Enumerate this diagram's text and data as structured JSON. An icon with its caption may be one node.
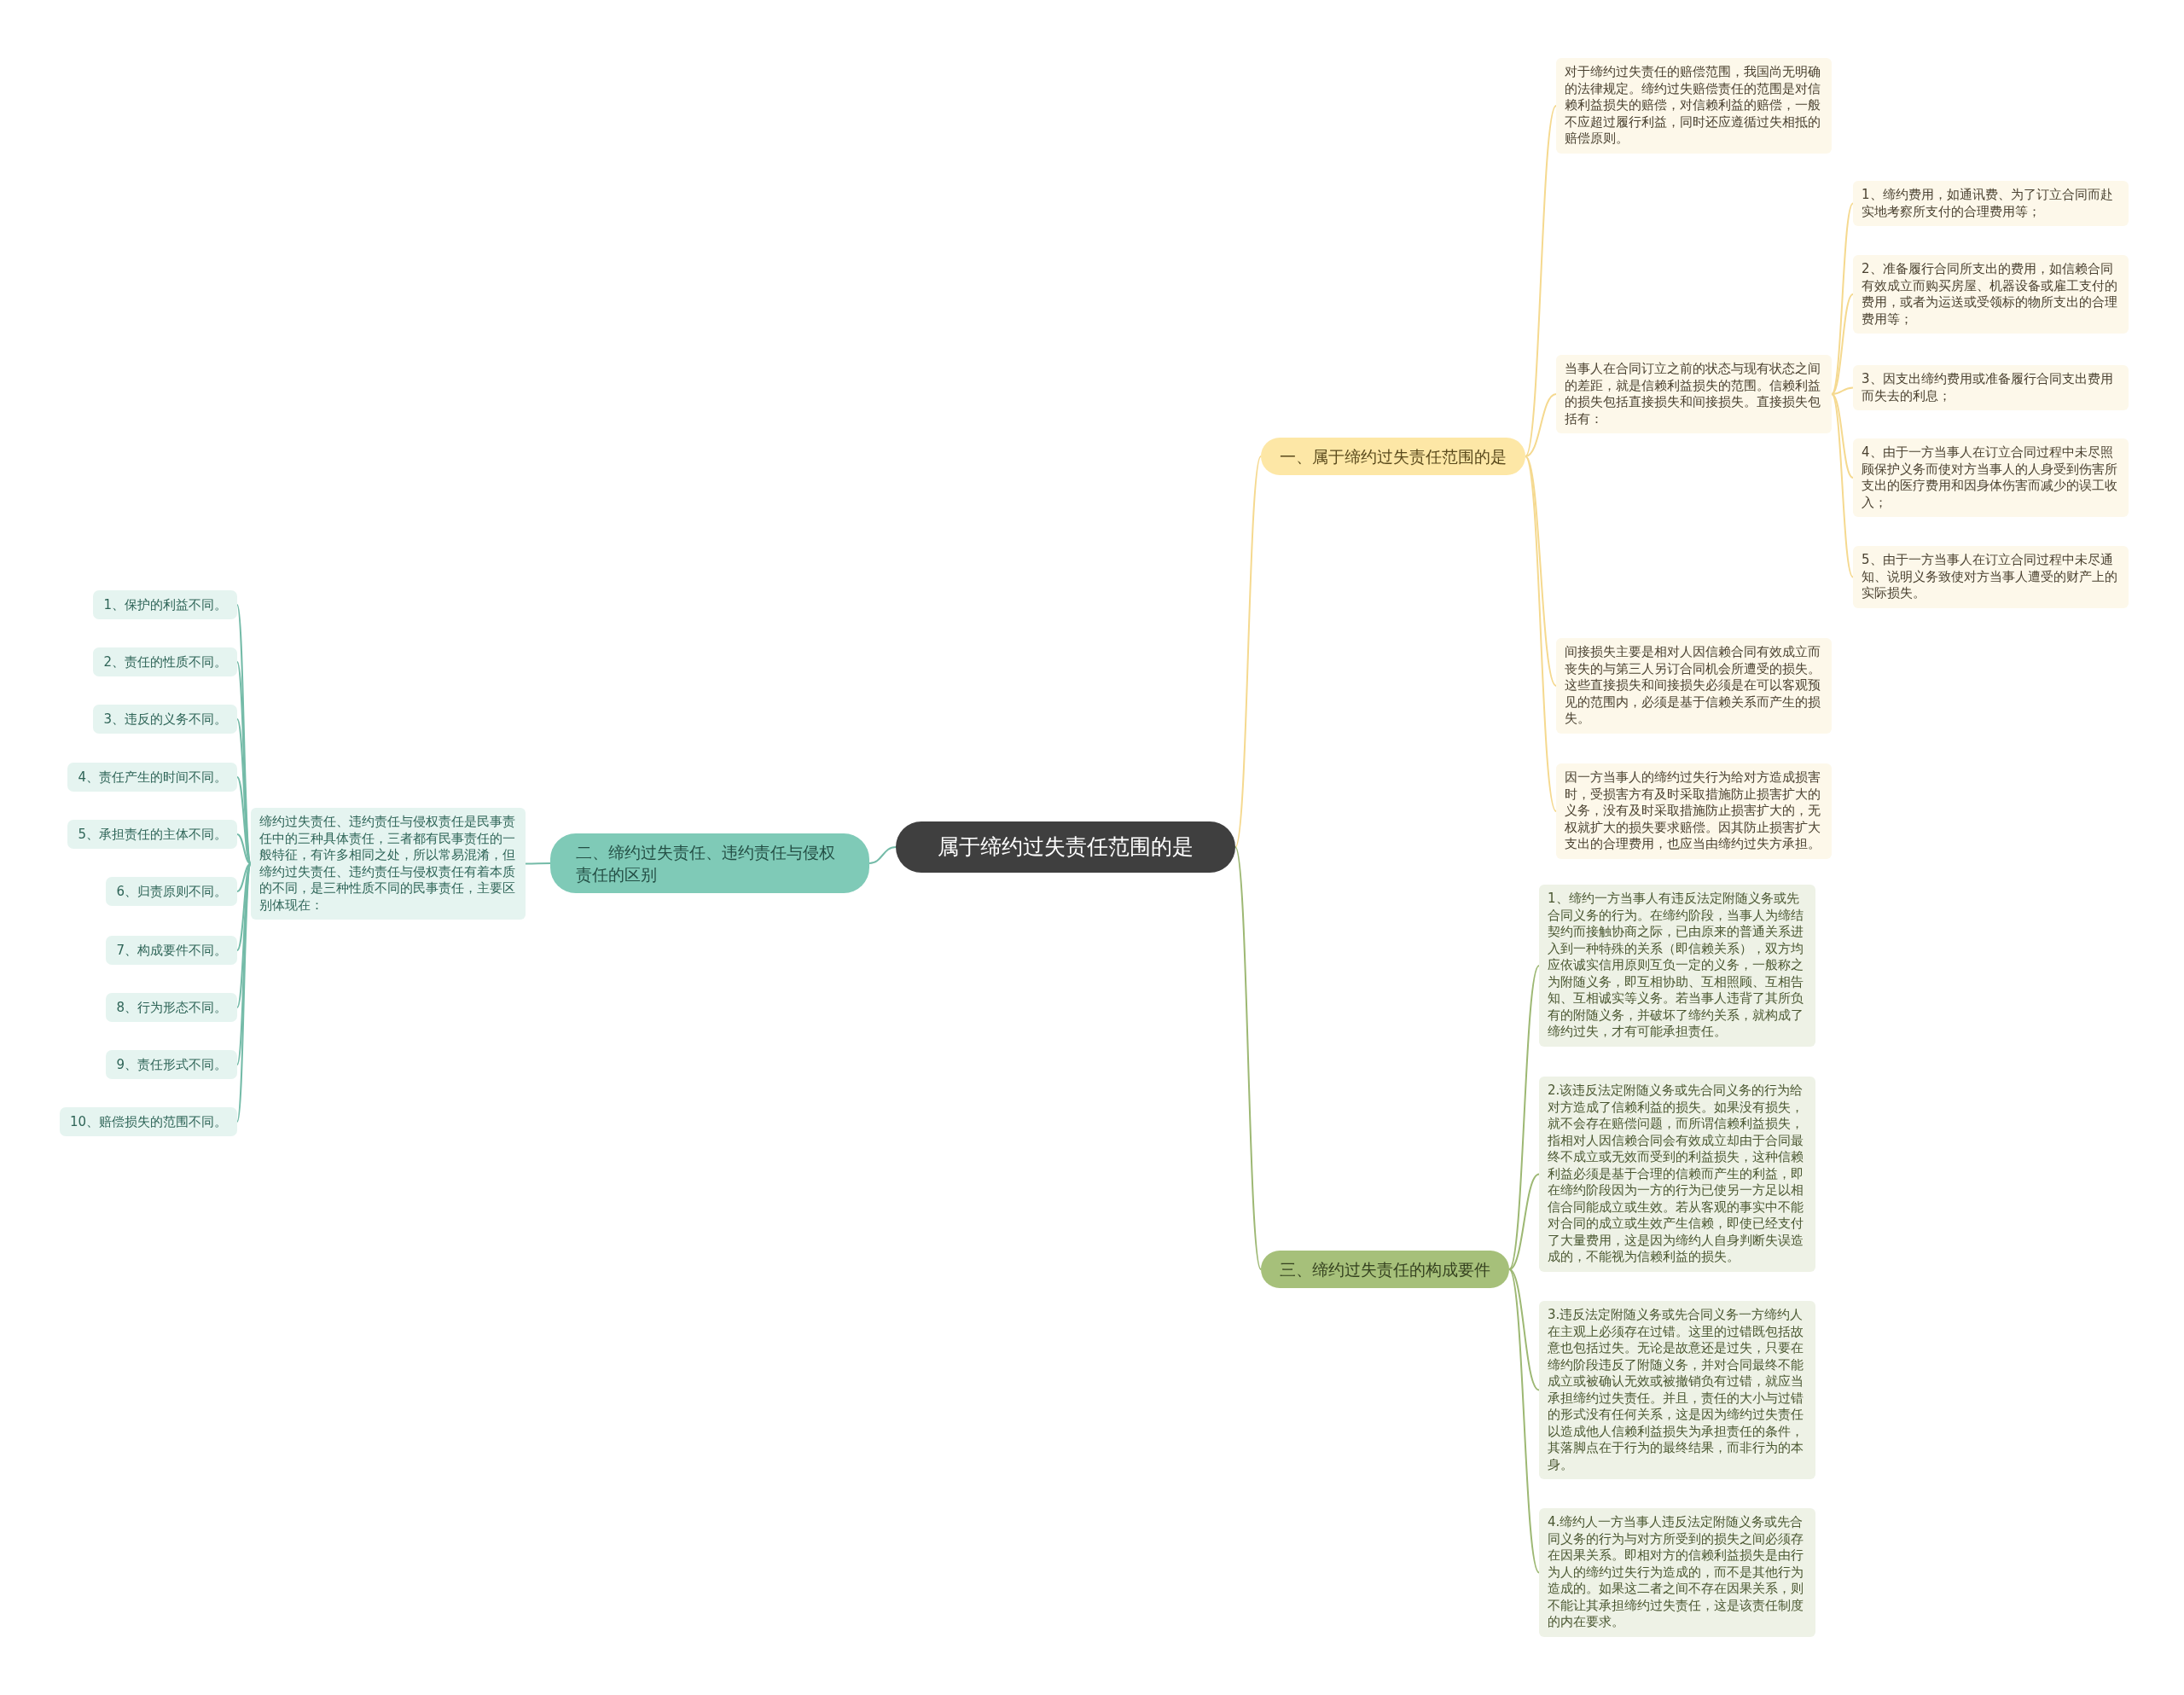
{
  "diagram": {
    "nodes": [
      {
        "text": [
          "属于缔约过失责任范围的是"
        ]
      },
      {
        "text": [
          "一、属于缔约过失责任范围的是"
        ]
      },
      {
        "text": [
          "对于缔约过失责任的赔偿范围，我国尚无明确的法律规定。缔约过失赔偿责任的范围是对信赖利益损失的赔偿，对信赖利益的赔偿，一般不应超过履行利益，同时还应遵循过失相抵的赔偿原则。"
        ]
      },
      {
        "text": [
          "当事人在合同订立之前的状态与现有状态之间的差距，就是信赖利益损失的范围。信赖利益的损失包括直接损失和间接损失。直接损失包括有："
        ]
      },
      {
        "text": [
          "1、缔约费用，如通讯费、为了订立合同而赴实地考察所支付的合理费用等；"
        ]
      },
      {
        "text": [
          "2、准备履行合同所支出的费用，如信赖合同有效成立而购买房屋、机器设备或雇工支付的费用，或者为运送或受领标的物所支出的合理费用等；"
        ]
      },
      {
        "text": [
          "3、因支出缔约费用或准备履行合同支出费用而失去的利息；"
        ]
      },
      {
        "text": [
          "4、由于一方当事人在订立合同过程中未尽照顾保护义务而使对方当事人的人身受到伤害所支出的医疗费用和因身体伤害而减少的误工收入；"
        ]
      },
      {
        "text": [
          "5、由于一方当事人在订立合同过程中未尽通知、说明义务致使对方当事人遭受的财产上的实际损失。"
        ]
      },
      {
        "text": [
          "间接损失主要是相对人因信赖合同有效成立而丧失的与第三人另订合同机会所遭受的损失。这些直接损失和间接损失必须是在可以客观预见的范围内，必须是基于信赖关系而产生的损失。"
        ]
      },
      {
        "text": [
          "因一方当事人的缔约过失行为给对方造成损害时，受损害方有及时采取措施防止损害扩大的义务，没有及时采取措施防止损害扩大的，无权就扩大的损失要求赔偿。因其防止损害扩大支出的合理费用，也应当由缔约过失方承担。"
        ]
      },
      {
        "text": [
          "二、缔约过失责任、违约责任与侵权责任的区别"
        ]
      },
      {
        "text": [
          "缔约过失责任、违约责任与侵权责任是民事责任中的三种具体责任，三者都有民事责任的一般特征，有许多相同之处，所以常易混淆，但缔约过失责任、违约责任与侵权责任有着本质的不同，是三种性质不同的民事责任，主要区别体现在："
        ]
      },
      {
        "text": [
          "1、保护的利益不同。"
        ]
      },
      {
        "text": [
          "2、责任的性质不同。"
        ]
      },
      {
        "text": [
          "3、违反的义务不同。"
        ]
      },
      {
        "text": [
          "4、责任产生的时间不同。"
        ]
      },
      {
        "text": [
          "5、承担责任的主体不同。"
        ]
      },
      {
        "text": [
          "6、归责原则不同。"
        ]
      },
      {
        "text": [
          "7、构成要件不同。"
        ]
      },
      {
        "text": [
          "8、行为形态不同。"
        ]
      },
      {
        "text": [
          "9、责任形式不同。"
        ]
      },
      {
        "text": [
          "10、赔偿损失的范围不同。"
        ]
      },
      {
        "text": [
          "三、缔约过失责任的构成要件"
        ]
      },
      {
        "text": [
          "1、缔约一方当事人有违反法定附随义务或先合同义务的行为。在缔约阶段，当事人为缔结契约而接触协商之际，已由原来的普通关系进入到一种特殊的关系（即信赖关系），双方均应依诚实信用原则互负一定的义务，一般称之为附随义务，即互相协助、互相照顾、互相告知、互相诚实等义务。若当事人违背了其所负有的附随义务，并破坏了缔约关系，就构成了缔约过失，才有可能承担责任。"
        ]
      },
      {
        "text": [
          "2.该违反法定附随义务或先合同义务的行为给对方造成了信赖利益的损失。如果没有损失，就不会存在赔偿问题，而所谓信赖利益损失，指相对人因信赖合同会有效成立却由于合同最终不成立或无效而受到的利益损失，这种信赖利益必须是基于合理的信赖而产生的利益，即在缔约阶段因为一方的行为已使另一方足以相信合同能成立或生效。若从客观的事实中不能对合同的成立或生效产生信赖，即使已经支付了大量费用，这是因为缔约人自身判断失误造成的，不能视为信赖利益的损失。"
        ]
      },
      {
        "text": [
          "3.违反法定附随义务或先合同义务一方缔约人在主观上必须存在过错。这里的过错既包括故意也包括过失。无论是故意还是过失，只要在缔约阶段违反了附随义务，并对合同最终不能成立或被确认无效或被撤销负有过错，就应当承担缔约过失责任。并且，责任的大小与过错的形式没有任何关系，这是因为缔约过失责任以造成他人信赖利益损失为承担责任的条件，其落脚点在于行为的最终结果，而非行为的本身。"
        ]
      },
      {
        "text": [
          "4.缔约人一方当事人违反法定附随义务或先合同义务的行为与对方所受到的损失之间必须存在因果关系。即相对方的信赖利益损失是由行为人的缔约过失行为造成的，而不是其他行为造成的。如果这二者之间不存在因果关系，则不能让其承担缔约过失责任，这是该责任制度的内在要求。"
        ]
      }
    ],
    "edges": [
      {
        "from": 0,
        "to": 1,
        "arrow": "none",
        "color": "#f5d98f"
      },
      {
        "from": 0,
        "to": 11,
        "arrow": "none"
      },
      {
        "from": 0,
        "to": 23,
        "arrow": "none",
        "color": "#9db873"
      },
      {
        "from": 1,
        "to": 2,
        "arrow": "none",
        "color": "#f5d98f"
      },
      {
        "from": 1,
        "to": 3,
        "arrow": "none",
        "color": "#f5d98f"
      },
      {
        "from": 1,
        "to": 9,
        "arrow": "none",
        "color": "#f5d98f"
      },
      {
        "from": 1,
        "to": 10,
        "arrow": "none",
        "color": "#f5d98f"
      },
      {
        "from": 3,
        "to": 4,
        "arrow": "none",
        "color": "#f5d98f"
      },
      {
        "from": 3,
        "to": 5,
        "arrow": "none",
        "color": "#f5d98f"
      },
      {
        "from": 3,
        "to": 6,
        "arrow": "none",
        "color": "#f5d98f"
      },
      {
        "from": 3,
        "to": 7,
        "arrow": "none",
        "color": "#f5d98f"
      },
      {
        "from": 3,
        "to": 8,
        "arrow": "none",
        "color": "#f5d98f"
      },
      {
        "from": 11,
        "to": 12,
        "arrow": "none"
      },
      {
        "from": 12,
        "to": 13,
        "arrow": "none"
      },
      {
        "from": 12,
        "to": 14,
        "arrow": "none"
      },
      {
        "from": 12,
        "to": 15,
        "arrow": "none"
      },
      {
        "from": 12,
        "to": 16,
        "arrow": "none"
      },
      {
        "from": 12,
        "to": 17,
        "arrow": "none"
      },
      {
        "from": 12,
        "to": 18,
        "arrow": "none"
      },
      {
        "from": 12,
        "to": 19,
        "arrow": "none"
      },
      {
        "from": 12,
        "to": 20,
        "arrow": "none"
      },
      {
        "from": 12,
        "to": 21,
        "arrow": "none"
      },
      {
        "from": 12,
        "to": 22,
        "arrow": "none"
      },
      {
        "from": 23,
        "to": 24,
        "arrow": "none",
        "color": "#9db873"
      },
      {
        "from": 23,
        "to": 25,
        "arrow": "none",
        "color": "#9db873"
      },
      {
        "from": 23,
        "to": 26,
        "arrow": "none",
        "color": "#9db873"
      },
      {
        "from": 23,
        "to": 27,
        "arrow": "none",
        "color": "#9db873"
      }
    ]
  }
}
